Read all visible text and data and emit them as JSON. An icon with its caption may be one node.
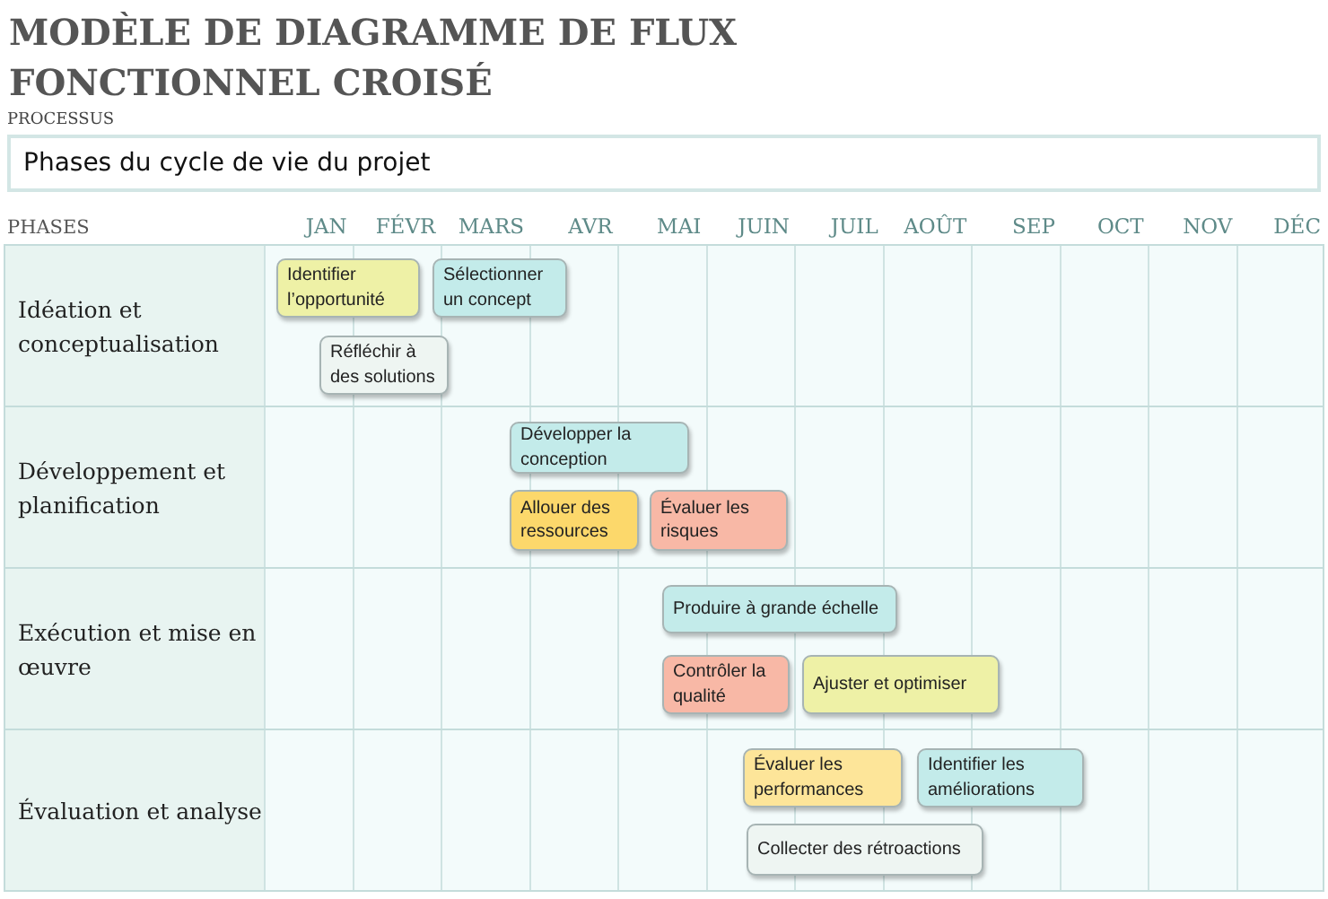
{
  "diagram": {
    "title": "MODÈLE DE DIAGRAMME DE FLUX FONCTIONNEL CROISÉ",
    "nodes": [
      {
        "text": [
          "PROCESSUS",
          "Phases du cycle de vie du projet"
        ]
      },
      {
        "text": [
          "Idéation et conceptualisation"
        ]
      },
      {
        "text": [
          "Identifier l’opportunité"
        ],
        "in": 1
      },
      {
        "text": [
          "Sélectionner un concept"
        ],
        "in": 1
      },
      {
        "text": [
          "Réfléchir à des solutions"
        ],
        "in": 1
      },
      {
        "text": [
          "Développement et planification"
        ]
      },
      {
        "text": [
          "Développer la conception"
        ],
        "in": 5
      },
      {
        "text": [
          "Allouer des ressources"
        ],
        "in": 5
      },
      {
        "text": [
          "Évaluer les risques"
        ],
        "in": 5
      },
      {
        "text": [
          "Exécution et mise en œuvre"
        ]
      },
      {
        "text": [
          "Produire à grande échelle"
        ],
        "in": 9
      },
      {
        "text": [
          "Contrôler la qualité"
        ],
        "in": 9
      },
      {
        "text": [
          "Ajuster et optimiser"
        ],
        "in": 9
      },
      {
        "text": [
          "Évaluation et analyse"
        ]
      },
      {
        "text": [
          "Évaluer les performances"
        ],
        "in": 13
      },
      {
        "text": [
          "Identifier les améliorations"
        ],
        "in": 13
      },
      {
        "text": [
          "Collecter des rétroactions"
        ],
        "in": 13
      }
    ],
    "labels": [
      "PHASES",
      "JAN",
      "FÉVR",
      "MARS",
      "AVR",
      "MAI",
      "JUIN",
      "JUIL",
      "AOÛT",
      "SEP",
      "OCT",
      "NOV",
      "DÉC"
    ]
  }
}
